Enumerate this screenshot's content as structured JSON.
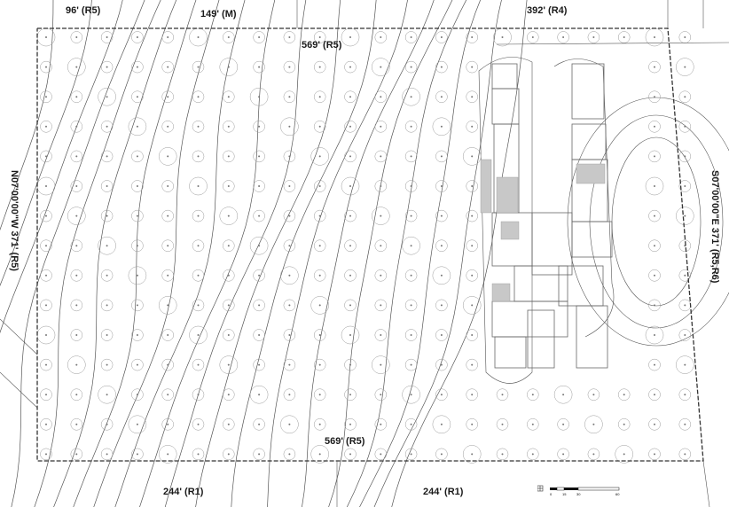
{
  "boundary_labels": {
    "top_left": "96' (R5)",
    "top_mid": "149' (M)",
    "top_right": "392' (R4)",
    "top_inner": "569' (R5)",
    "bottom_inner": "569' (R5)",
    "bottom_left": "244' (R1)",
    "bottom_right": "244' (R1)",
    "left_side": "N07'00'00\"W 371' (R5)",
    "right_side": "S07'00'00\"E 371' (R5,R6)"
  },
  "scale_bar": {
    "ticks": [
      "0",
      "15",
      "30",
      "60"
    ]
  },
  "colors": {
    "line": "#555555",
    "boundary": "#333333",
    "building": "#666666",
    "hatch": "#c8c8c8",
    "background": "#ffffff"
  },
  "icons": {
    "north_arrow": "north-arrow-icon"
  }
}
